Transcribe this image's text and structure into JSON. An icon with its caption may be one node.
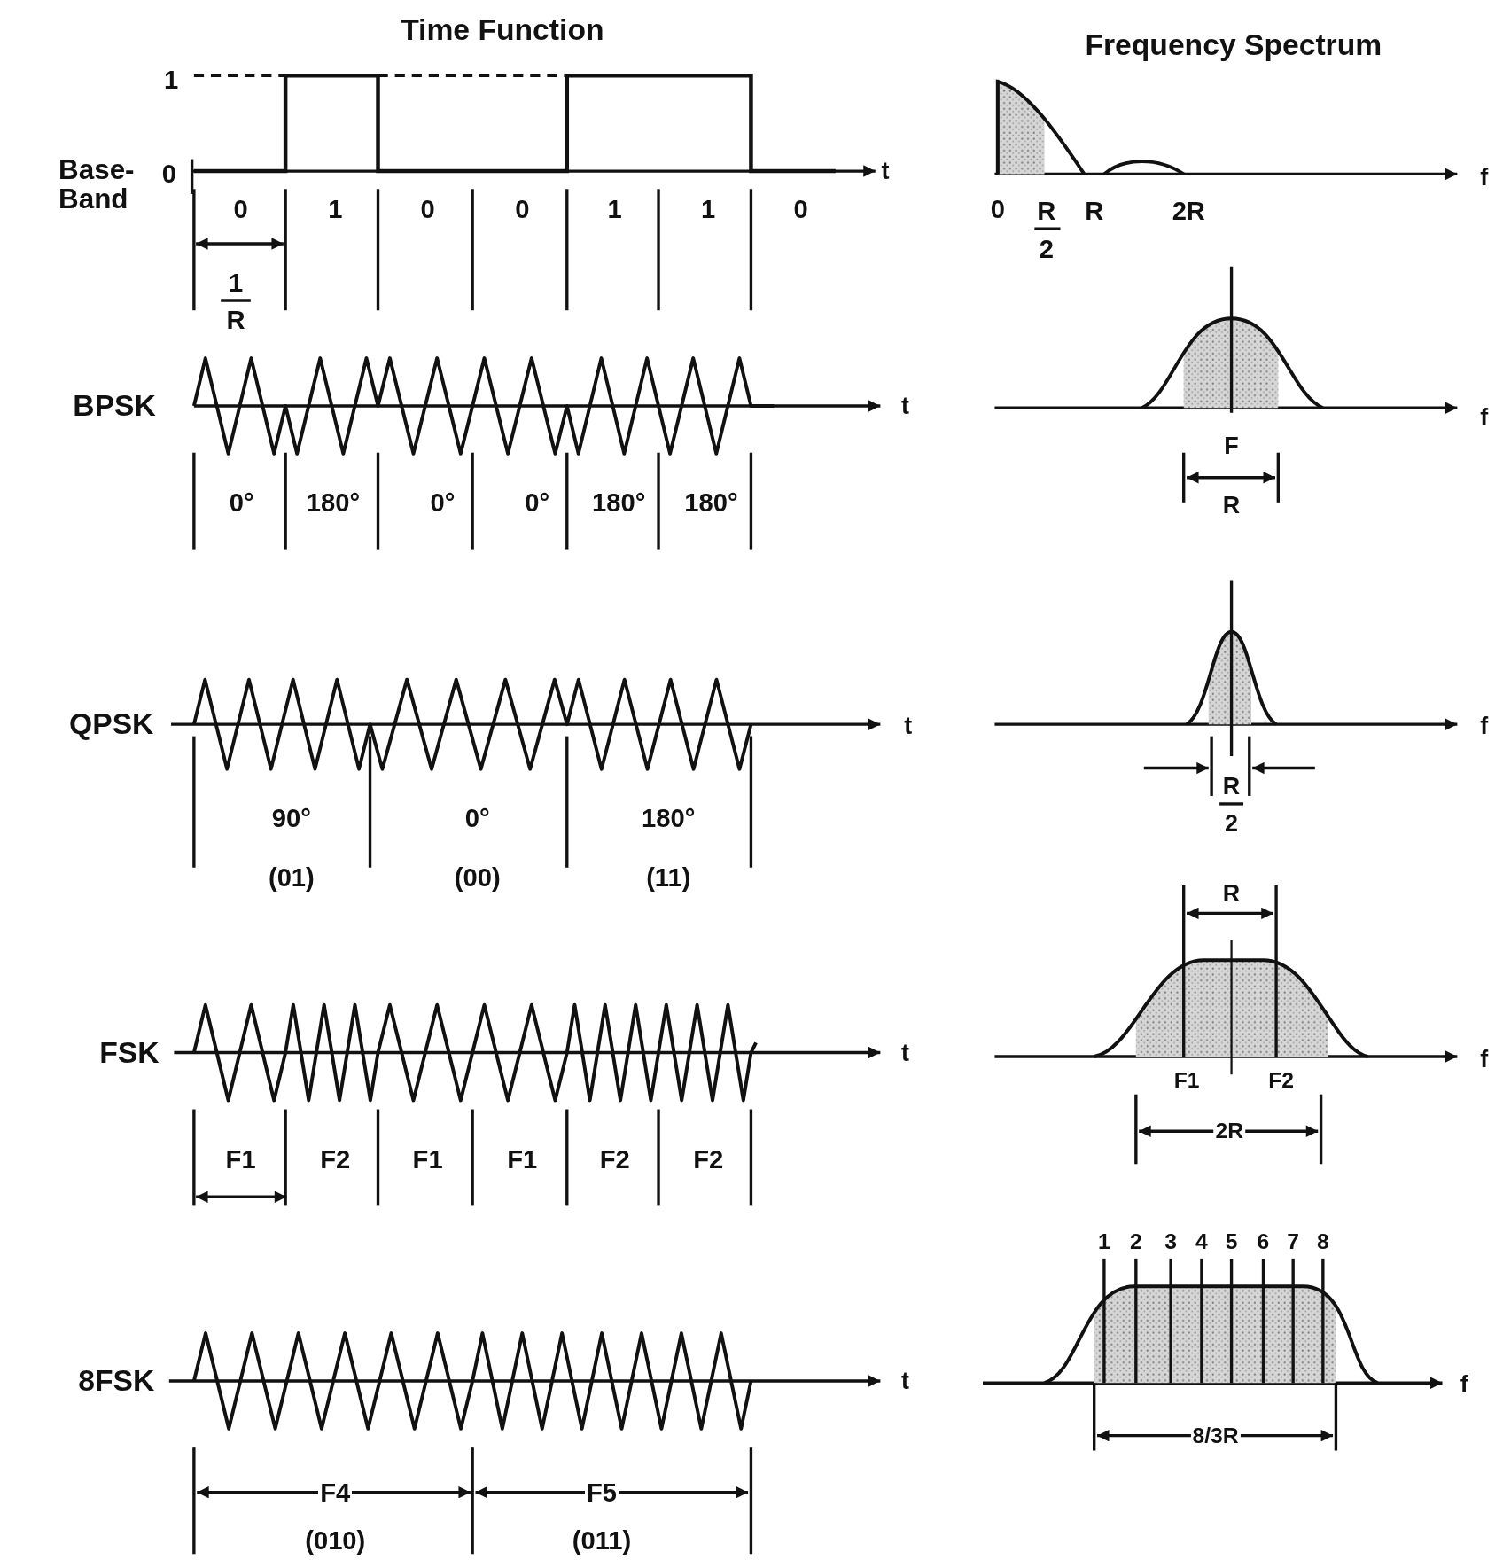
{
  "diagram": {
    "labels": [
      "Time Function",
      "Frequency Spectrum",
      "1",
      "Base-Band",
      "0",
      "t",
      "0",
      "1",
      "0",
      "0",
      "1",
      "1",
      "0",
      "1",
      "R",
      "f",
      "0",
      "R",
      "R",
      "2R",
      "2",
      "BPSK",
      "t",
      "0°",
      "180°",
      "0°",
      "0°",
      "180°",
      "180°",
      "f",
      "F",
      "R",
      "QPSK",
      "t",
      "90°",
      "0°",
      "180°",
      "(01)",
      "(00)",
      "(11)",
      "f",
      "R",
      "2",
      "FSK",
      "t",
      "F1",
      "F2",
      "F1",
      "F1",
      "F2",
      "F2",
      "R",
      "f",
      "F1",
      "F2",
      "2R",
      "8FSK",
      "t",
      "F4",
      "F5",
      "(010)",
      "(011)",
      "1",
      "2",
      "3",
      "4",
      "5",
      "6",
      "7",
      "8",
      "f",
      "8/3R"
    ]
  }
}
